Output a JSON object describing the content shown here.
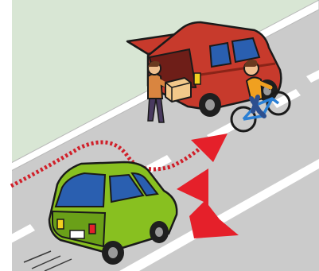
{
  "scene": {
    "kind": "traffic-safety-illustration",
    "elements": [
      "green-car-passing-hazard",
      "parked-red-car-open-hatch",
      "person-unloading-box",
      "cyclist",
      "dotted-red-path-arrow",
      "red-danger-zigzag-arrow"
    ]
  },
  "colors": {
    "background": "#ffffff",
    "sidewalk": "#d8e6d4",
    "road": "#c9c9c9",
    "lane_marking": "#ffffff",
    "red_car": "#c73a2c",
    "green_car": "#88c020",
    "danger_red": "#e5202a",
    "dotted_path": "#d0202a",
    "bicycle": "#2a7fd4",
    "outline": "#1a1a1a"
  }
}
